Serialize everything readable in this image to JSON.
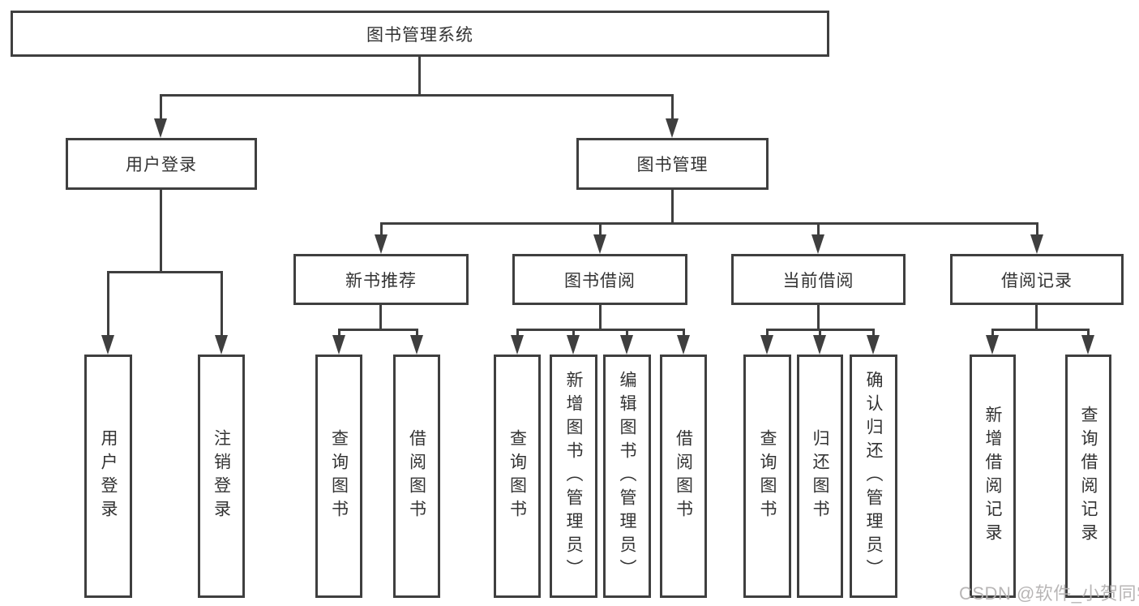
{
  "diagram": {
    "title": "图书管理系统",
    "level2": {
      "user_login": "用户登录",
      "book_management": "图书管理"
    },
    "level3": {
      "new_book_recommend": "新书推荐",
      "book_borrowing": "图书借阅",
      "current_borrowing": "当前借阅",
      "borrowing_records": "借阅记录"
    },
    "leaves": {
      "user_login": "用户登录",
      "logout": "注销登录",
      "nb_query_books": "查询图书",
      "nb_borrow_books": "借阅图书",
      "bb_query_books": "查询图书",
      "bb_add_books": "新增图书（管理员）",
      "bb_edit_books": "编辑图书（管理员）",
      "bb_borrow_books": "借阅图书",
      "cb_query_books": "查询图书",
      "cb_return_books": "归还图书",
      "cb_confirm_return": "确认归还（管理员）",
      "br_add_record": "新增借阅记录",
      "br_query_record": "查询借阅记录"
    },
    "watermark": "CSDN @软件_小贺同学",
    "colors": {
      "line": "#3f3f3f",
      "text": "#333333",
      "watermark": "#b3b0b0"
    }
  }
}
